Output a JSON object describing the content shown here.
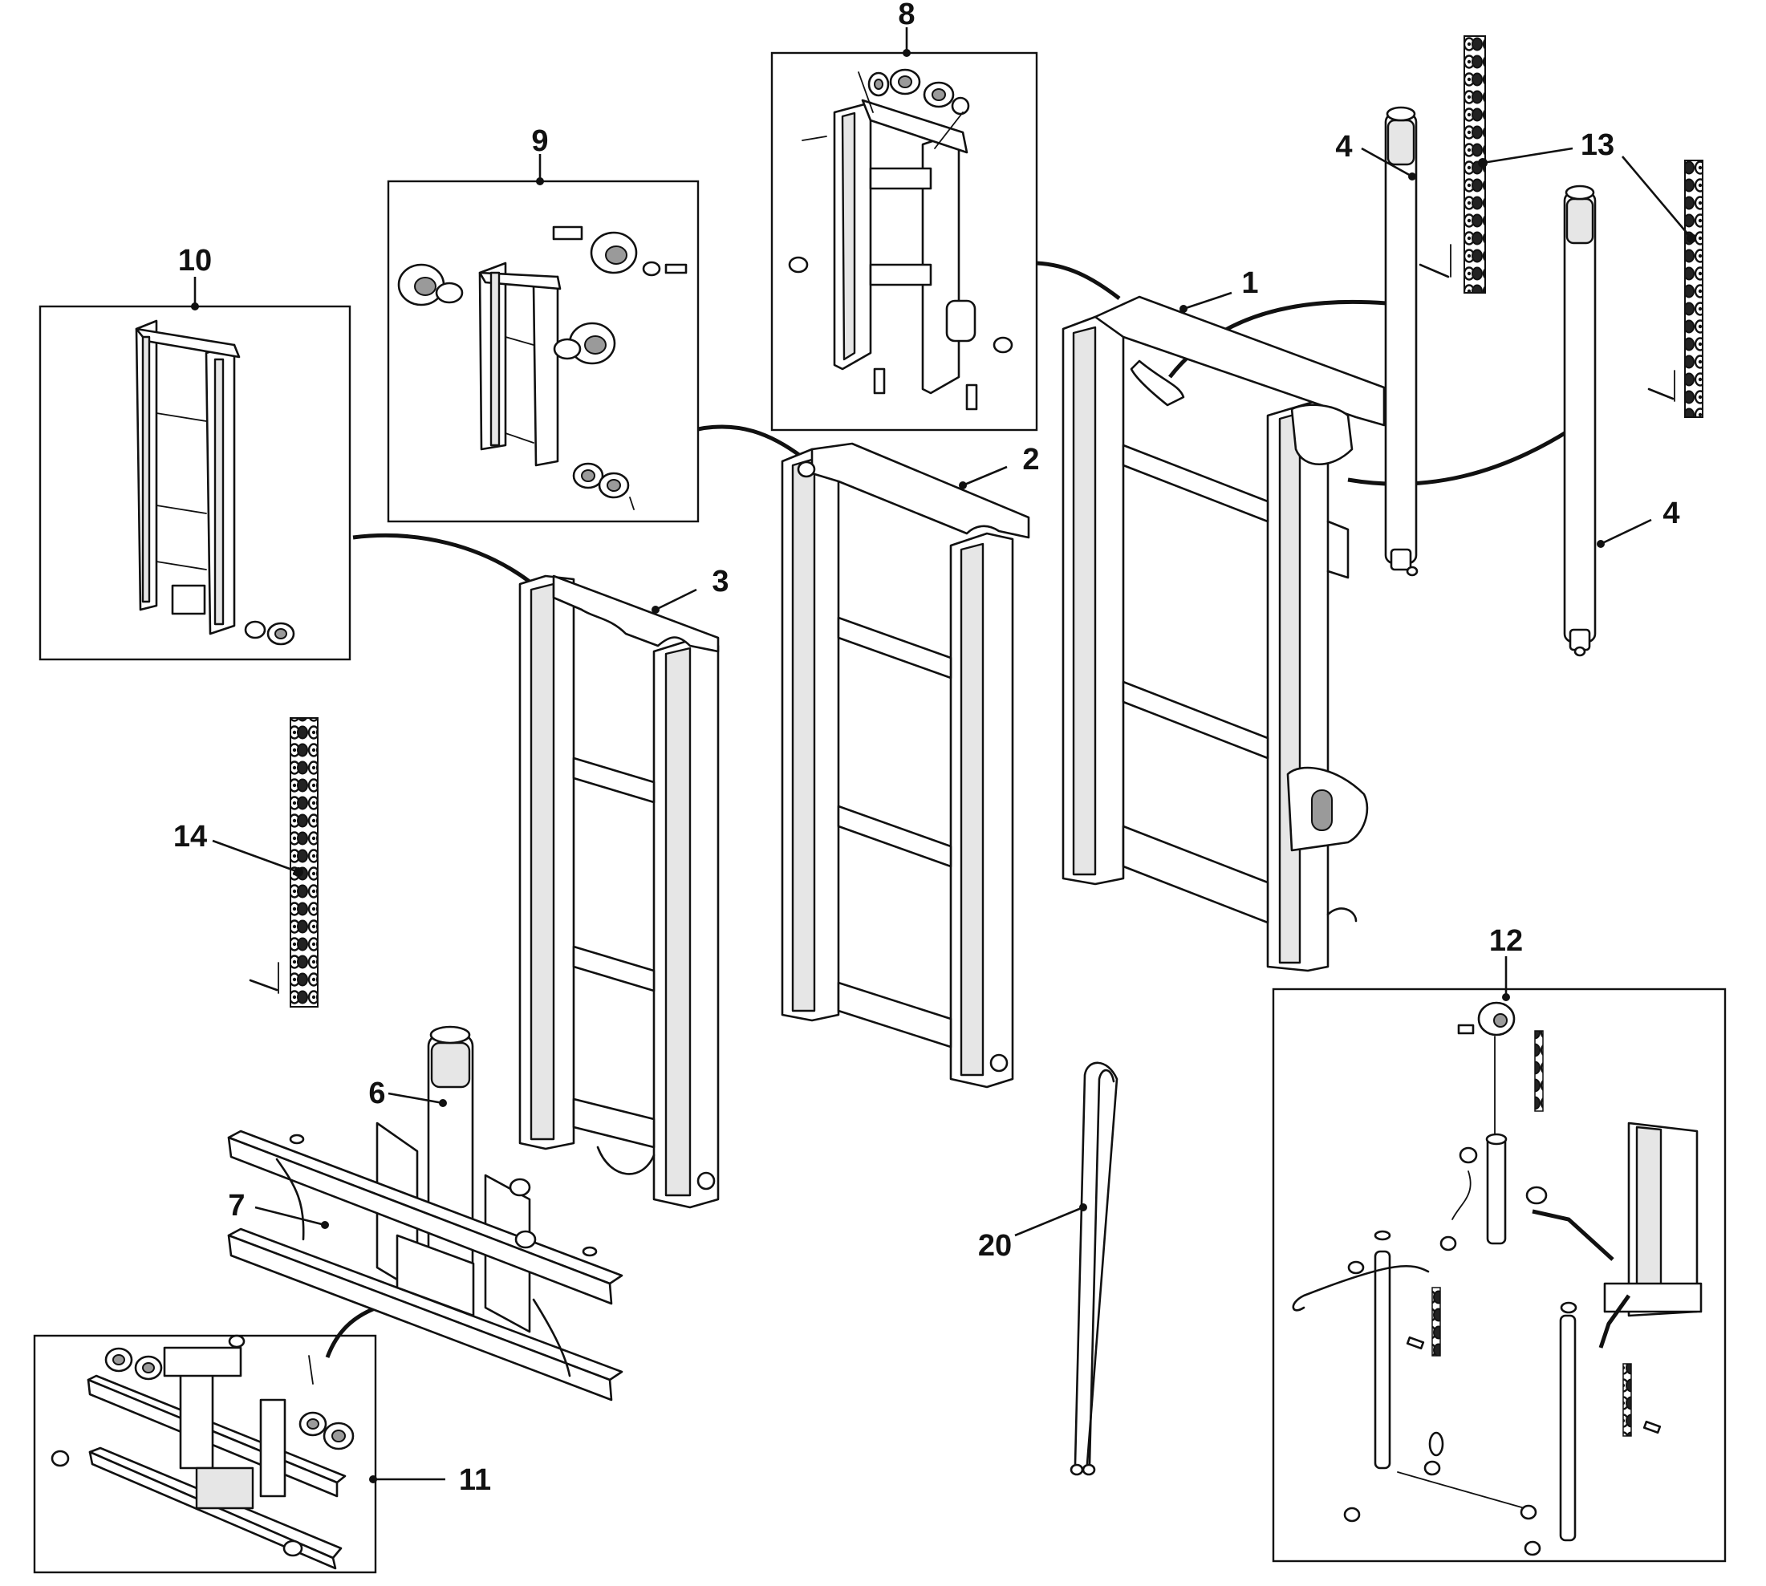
{
  "callouts": {
    "c1": "1",
    "c2": "2",
    "c3": "3",
    "c4a": "4",
    "c4b": "4",
    "c6": "6",
    "c7": "7",
    "c8": "8",
    "c9": "9",
    "c10": "10",
    "c11": "11",
    "c12": "12",
    "c13": "13",
    "c14": "14",
    "c20": "20"
  },
  "colors": {
    "line": "#111111",
    "background": "#ffffff",
    "shade": "#e6e6e6"
  }
}
